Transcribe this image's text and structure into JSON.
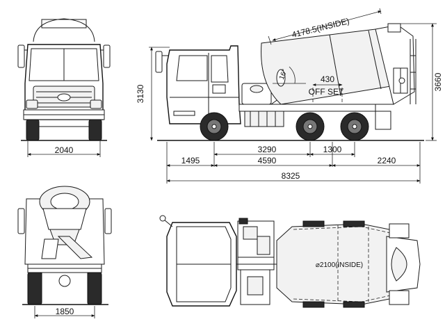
{
  "drawing": {
    "front_view": {
      "width_dimension": "2040"
    },
    "rear_view": {
      "width_dimension": "1850"
    },
    "side_view": {
      "drum_length": "4178.5(INSIDE)",
      "drum_angle": "16°",
      "offset_value": "430",
      "offset_label": "OFF SET",
      "overall_height": "3130",
      "drum_height": "3660",
      "wheelbase_front_to_mid": "3290",
      "rear_axle_spacing": "1300",
      "front_overhang": "1495",
      "wheelbase_total": "4590",
      "rear_overhang": "2240",
      "overall_length": "8325"
    },
    "top_view": {
      "drum_diameter": "⌀2100(INSIDE)"
    }
  }
}
